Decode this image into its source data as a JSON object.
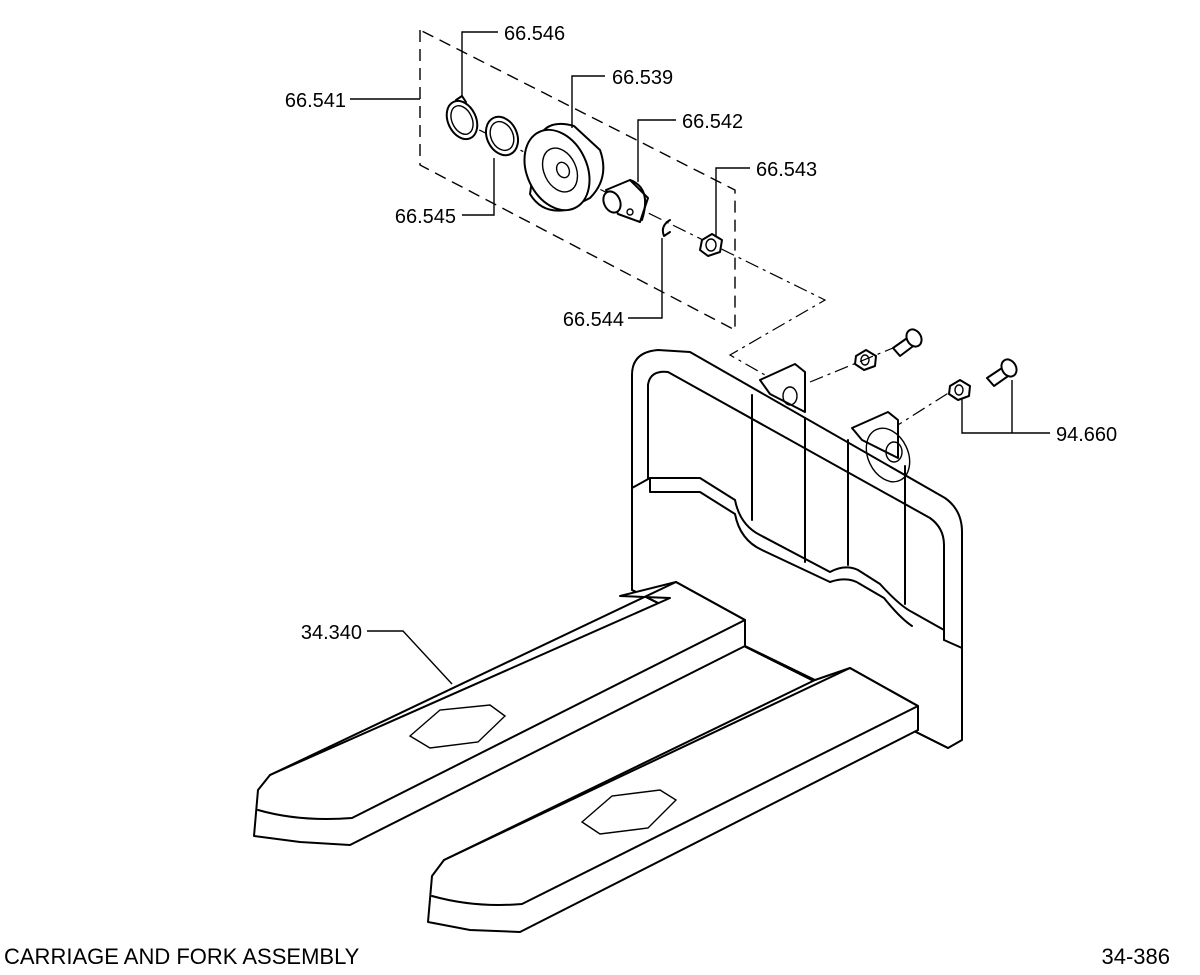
{
  "figure": {
    "title": "CARRIAGE AND FORK ASSEMBLY",
    "number": "34-386"
  },
  "callouts": [
    {
      "id": "66.546",
      "text": "66.546"
    },
    {
      "id": "66.541",
      "text": "66.541"
    },
    {
      "id": "66.539",
      "text": "66.539"
    },
    {
      "id": "66.542",
      "text": "66.542"
    },
    {
      "id": "66.543",
      "text": "66.543"
    },
    {
      "id": "66.545",
      "text": "66.545"
    },
    {
      "id": "66.544",
      "text": "66.544"
    },
    {
      "id": "94.660",
      "text": "94.660"
    },
    {
      "id": "34.340",
      "text": "34.340"
    }
  ]
}
